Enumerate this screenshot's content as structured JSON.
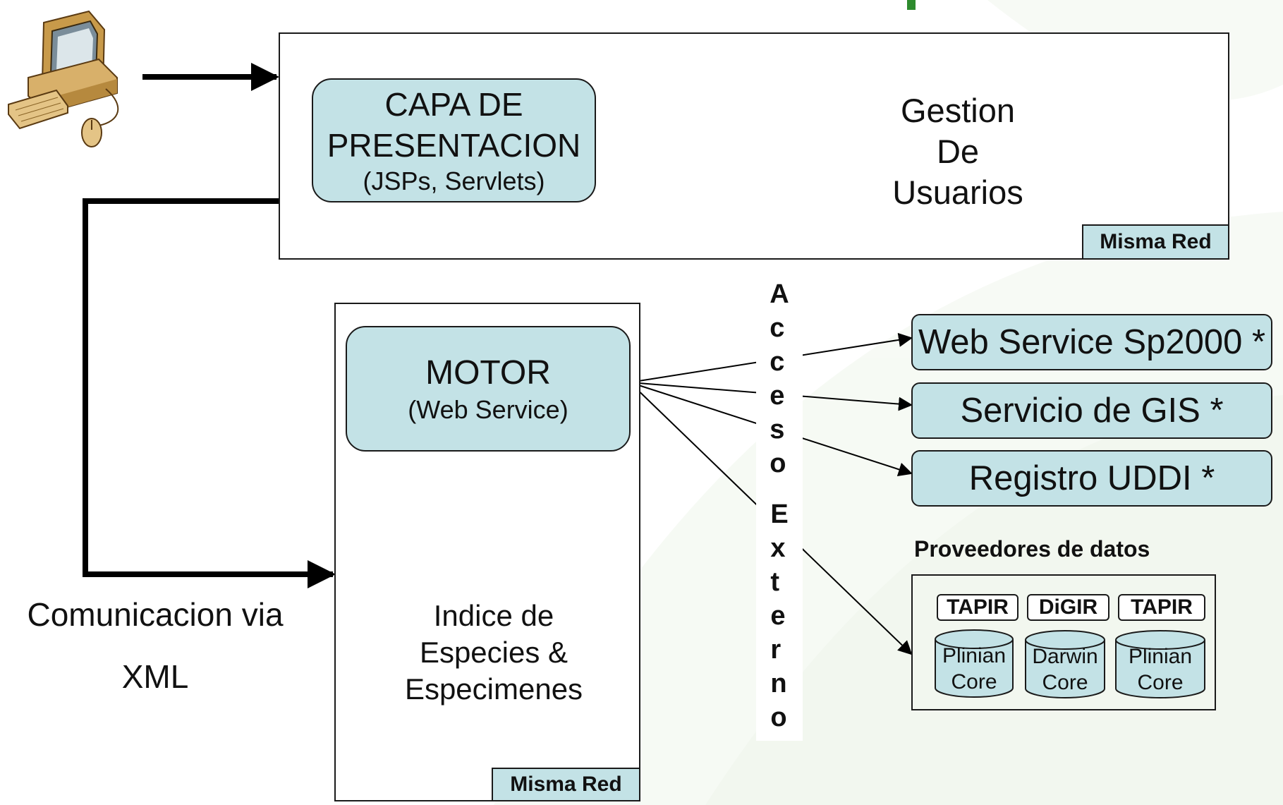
{
  "presentation_frame": {
    "tag": "Misma Red"
  },
  "presentation_layer": {
    "title_line1": "CAPA DE",
    "title_line2": "PRESENTACION",
    "subtitle": "(JSPs, Servlets)"
  },
  "user_db": {
    "line1": "Gestion",
    "line2": "De",
    "line3": "Usuarios"
  },
  "engine_frame": {
    "tag": "Misma Red"
  },
  "engine": {
    "title": "MOTOR",
    "subtitle": "(Web Service)"
  },
  "index_db": {
    "line1": "Indice de",
    "line2": "Especies &",
    "line3": "Especimenes"
  },
  "communication": {
    "line1": "Comunicacion via",
    "line2": "XML"
  },
  "external_access": {
    "word1": "Acceso",
    "word2": "Externo"
  },
  "services": [
    {
      "label": "Web Service Sp2000 *"
    },
    {
      "label": "Servicio de GIS *"
    },
    {
      "label": "Registro UDDI *"
    }
  ],
  "providers": {
    "title": "Proveedores de datos",
    "items": [
      {
        "protocol": "TAPIR",
        "db_line1": "Plinian",
        "db_line2": "Core"
      },
      {
        "protocol": "DiGIR",
        "db_line1": "Darwin",
        "db_line2": "Core"
      },
      {
        "protocol": "TAPIR",
        "db_line1": "Plinian",
        "db_line2": "Core"
      }
    ]
  },
  "icons": {
    "computer": "desktop-computer-icon"
  },
  "colors": {
    "node_fill": "#c3e2e6",
    "stroke": "#1a1a1a",
    "watermark": "#eef5e9",
    "accent": "#2e8b2e"
  }
}
